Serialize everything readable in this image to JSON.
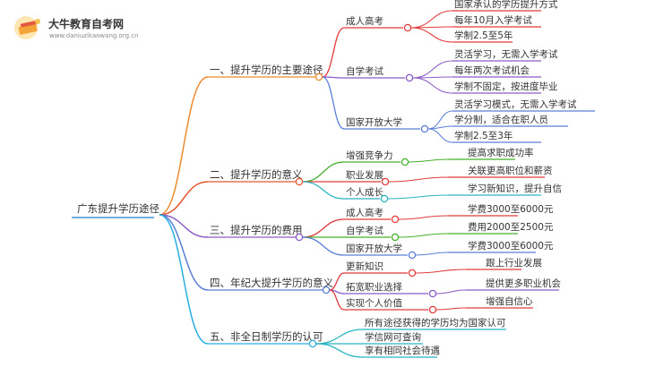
{
  "logo": {
    "title": "大牛教育自考网",
    "url": "www.daniuzikaowang.org.cn"
  },
  "colors": {
    "root": "#1f7bc1",
    "branch1": "#ef8a2c",
    "branch2": "#e4572e",
    "branch3": "#8a5cc8",
    "branch4": "#5b7fd6",
    "branch5": "#29aee0",
    "leaf": "#2bb5c0",
    "green": "#43b02a",
    "red": "#e23b3b",
    "node_fill": "#ffffff"
  },
  "mindmap": {
    "root": {
      "label": "广东提升学历途径"
    },
    "branches": [
      {
        "label": "一、提升学历的主要途径",
        "children": [
          {
            "label": "成人高考",
            "children": [
              "国家承认的学历提升方式",
              "每年10月入学考试",
              "学制2.5至5年"
            ]
          },
          {
            "label": "自学考试",
            "children": [
              "灵活学习，无需入学考试",
              "每年两次考试机会",
              "学制不固定，按进度毕业"
            ]
          },
          {
            "label": "国家开放大学",
            "children": [
              "灵活学习模式，无需入学考试",
              "学分制，适合在职人员",
              "学制2.5至3年"
            ]
          }
        ]
      },
      {
        "label": "二、提升学历的意义",
        "children": [
          {
            "label": "增强竞争力",
            "children": [
              "提高求职成功率"
            ]
          },
          {
            "label": "职业发展",
            "children": [
              "关联更高职位和薪资"
            ]
          },
          {
            "label": "个人成长",
            "children": [
              "学习新知识，提升自信"
            ]
          }
        ]
      },
      {
        "label": "三、提升学历的费用",
        "children": [
          {
            "label": "成人高考",
            "children": [
              "学费3000至6000元"
            ]
          },
          {
            "label": "自学考试",
            "children": [
              "费用2000至2500元"
            ]
          },
          {
            "label": "国家开放大学",
            "children": [
              "学费3000至6000元"
            ]
          }
        ]
      },
      {
        "label": "四、年纪大提升学历的意义",
        "children": [
          {
            "label": "更新知识",
            "children": [
              "跟上行业发展"
            ]
          },
          {
            "label": "拓宽职业选择",
            "children": [
              "提供更多职业机会"
            ]
          },
          {
            "label": "实现个人价值",
            "children": [
              "增强自信心"
            ]
          }
        ]
      },
      {
        "label": "五、非全日制学历的认可",
        "children": [
          {
            "label": "所有途径获得的学历均为国家认可",
            "children": []
          },
          {
            "label": "学信网可查询",
            "children": []
          },
          {
            "label": "享有相同社会待遇",
            "children": []
          }
        ]
      }
    ]
  }
}
